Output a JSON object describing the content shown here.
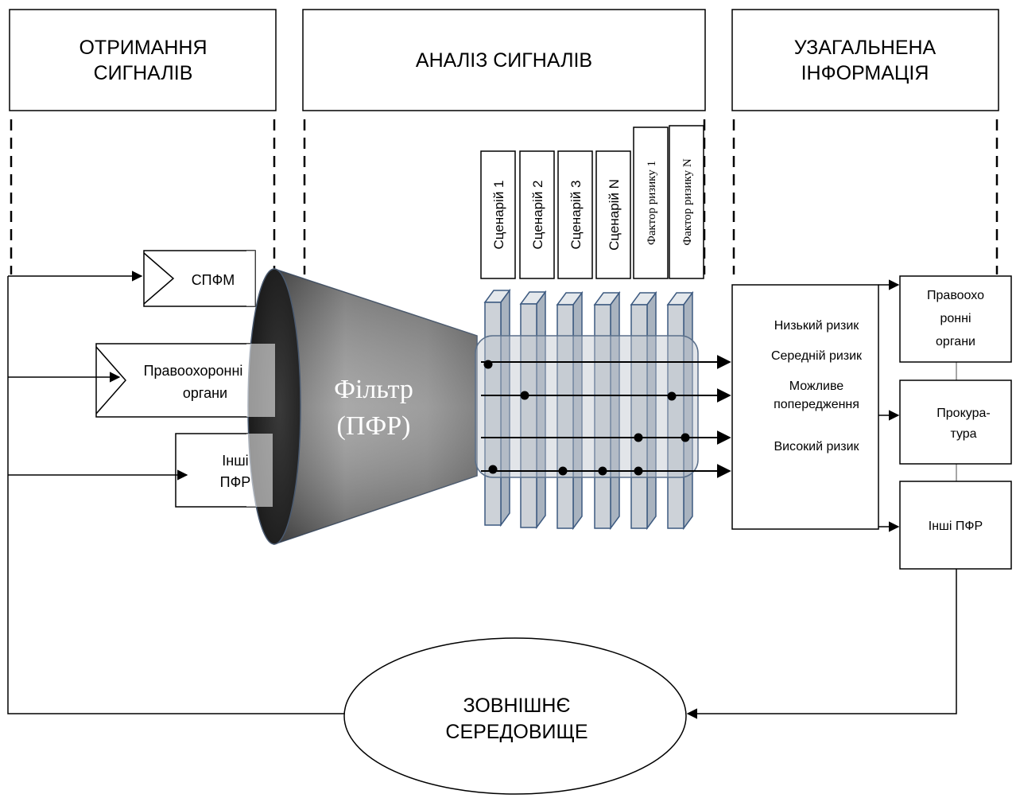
{
  "headers": {
    "receiving": [
      "ОТРИМАННЯ",
      "СИГНАЛІВ"
    ],
    "analysis": "АНАЛІЗ СИГНАЛІВ",
    "generalized": [
      "УЗАГАЛЬНЕНА",
      "ІНФОРМАЦІЯ"
    ]
  },
  "sources": {
    "spfm": "СПФМ",
    "law_enforcement": [
      "Правоохоронні",
      "органи"
    ],
    "other_fiu": [
      "Інші",
      "ПФР"
    ]
  },
  "filter": {
    "line1": "Фільтр",
    "line2": "(ПФР)"
  },
  "scenarios": [
    "Сценарій 1",
    "Сценарій 2",
    "Сценарій 3",
    "Сценарій N"
  ],
  "risk_factors": [
    "Фактор ризику 1",
    "Фактор ризику N"
  ],
  "risk_levels": {
    "low": "Низький ризик",
    "medium": "Середній ризик",
    "possible_warning": [
      "Можливе",
      "попередження"
    ],
    "high": "Високий ризик"
  },
  "recipients": {
    "law_enforcement": [
      "Правоохо",
      "ронні",
      "органи"
    ],
    "prosecutor": [
      "Прокура-",
      "тура"
    ],
    "other_fiu": "Інші ПФР"
  },
  "environment": [
    "ЗОВНІШНЄ",
    "СЕРЕДОВИЩЕ"
  ],
  "colors": {
    "line": "#000000",
    "panel_fill": "#cdd2d8",
    "panel_stroke": "#3d5a80",
    "filter_dark": "#2b2b2b",
    "filter_light": "#c8c8c8"
  }
}
